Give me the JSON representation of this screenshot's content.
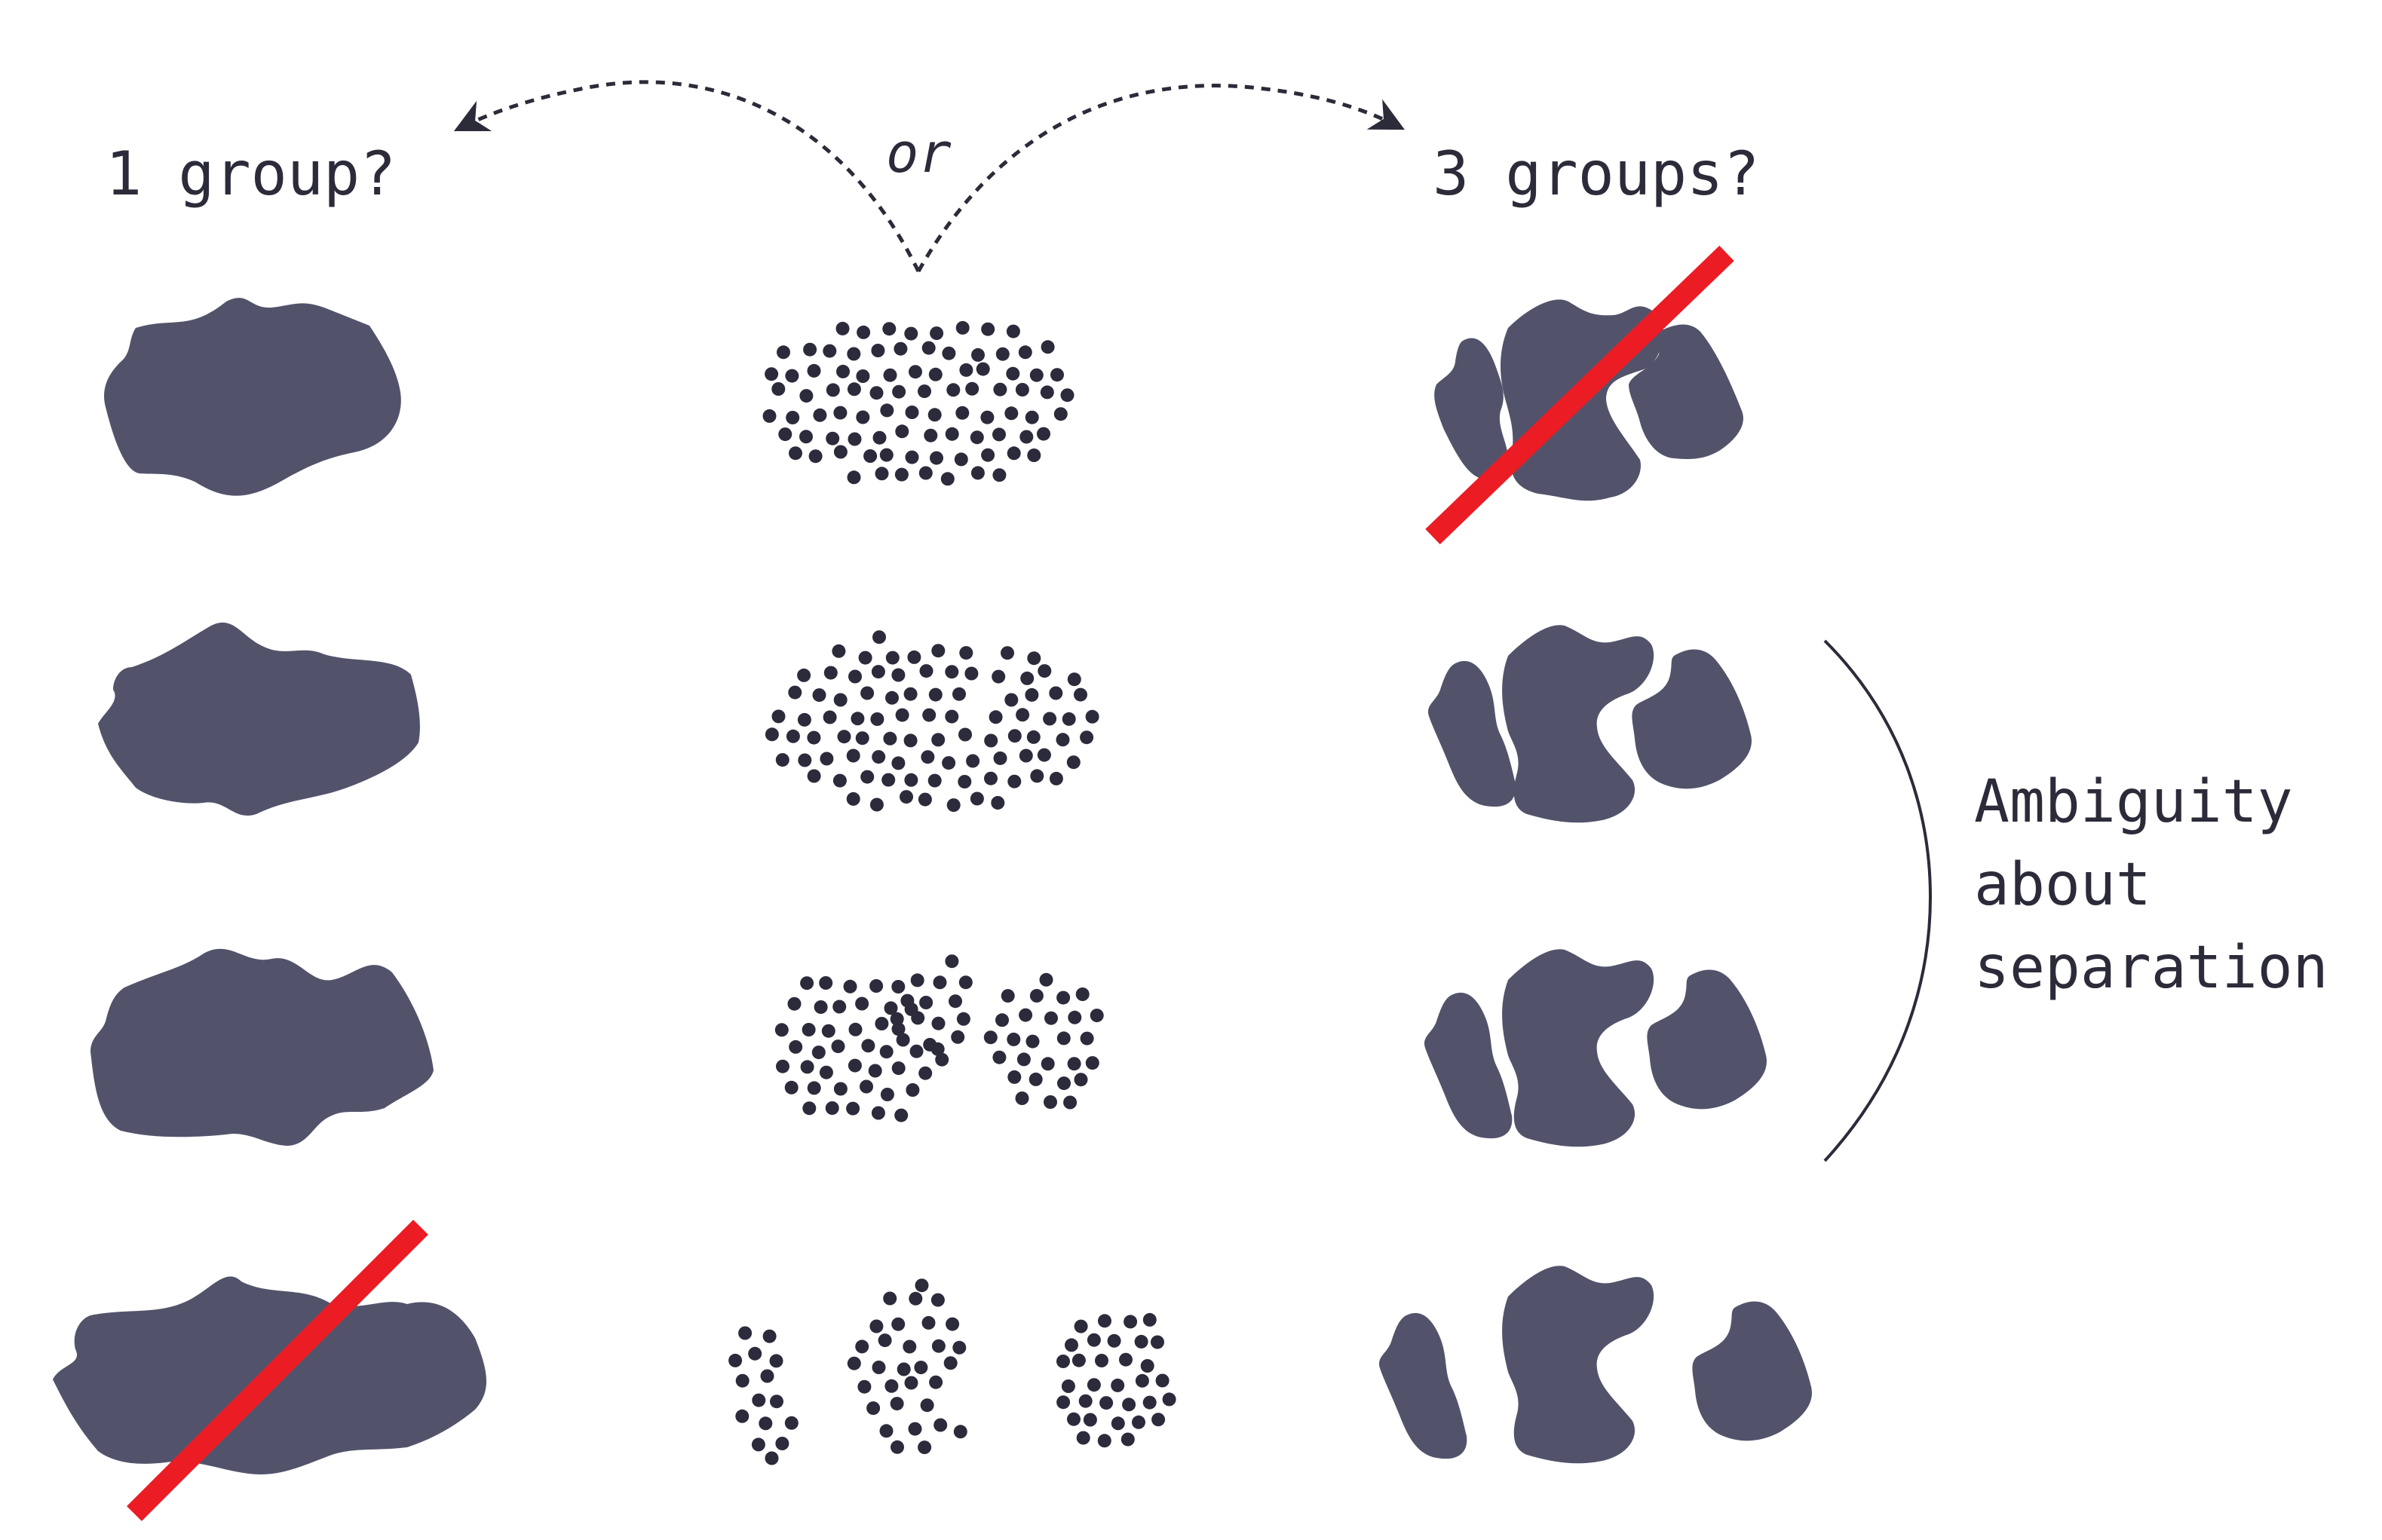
{
  "labels": {
    "one_group": "1 group?",
    "or": "or",
    "three_groups": "3 groups?",
    "ambiguity_line1": "Ambiguity",
    "ambiguity_line2": "about",
    "ambiguity_line3": "separation"
  },
  "colors": {
    "blob": "#52536b",
    "dot": "#2c2b3c",
    "cross": "#ec1c24",
    "text": "#2b2b3a",
    "arrow": "#2b2b3a"
  },
  "rows": [
    {
      "single_blob_crossed": false,
      "triple_blobs_crossed": true
    },
    {
      "single_blob_crossed": false,
      "triple_blobs_crossed": false
    },
    {
      "single_blob_crossed": false,
      "triple_blobs_crossed": false
    },
    {
      "single_blob_crossed": true,
      "triple_blobs_crossed": false
    }
  ]
}
